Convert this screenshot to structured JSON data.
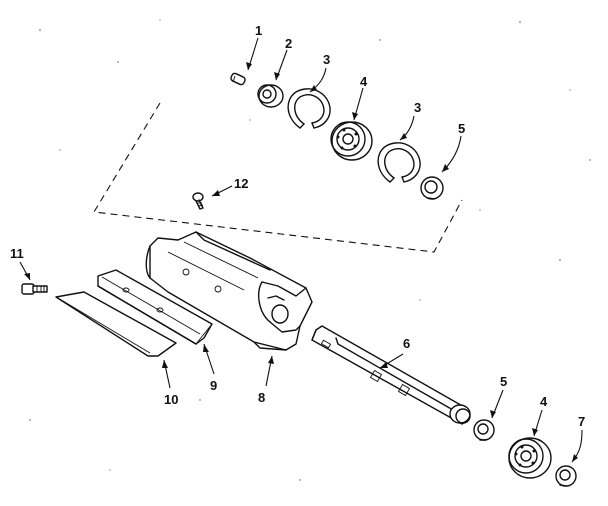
{
  "diagram": {
    "callouts": [
      {
        "key": "c1",
        "text": "1"
      },
      {
        "key": "c2",
        "text": "2"
      },
      {
        "key": "c3a",
        "text": "3"
      },
      {
        "key": "c4a",
        "text": "4"
      },
      {
        "key": "c3b",
        "text": "3"
      },
      {
        "key": "c5a",
        "text": "5"
      },
      {
        "key": "c12",
        "text": "12"
      },
      {
        "key": "c11",
        "text": "11"
      },
      {
        "key": "c6",
        "text": "6"
      },
      {
        "key": "c5b",
        "text": "5"
      },
      {
        "key": "c4b",
        "text": "4"
      },
      {
        "key": "c7",
        "text": "7"
      },
      {
        "key": "c10",
        "text": "10"
      },
      {
        "key": "c9",
        "text": "9"
      },
      {
        "key": "c8",
        "text": "8"
      }
    ]
  }
}
